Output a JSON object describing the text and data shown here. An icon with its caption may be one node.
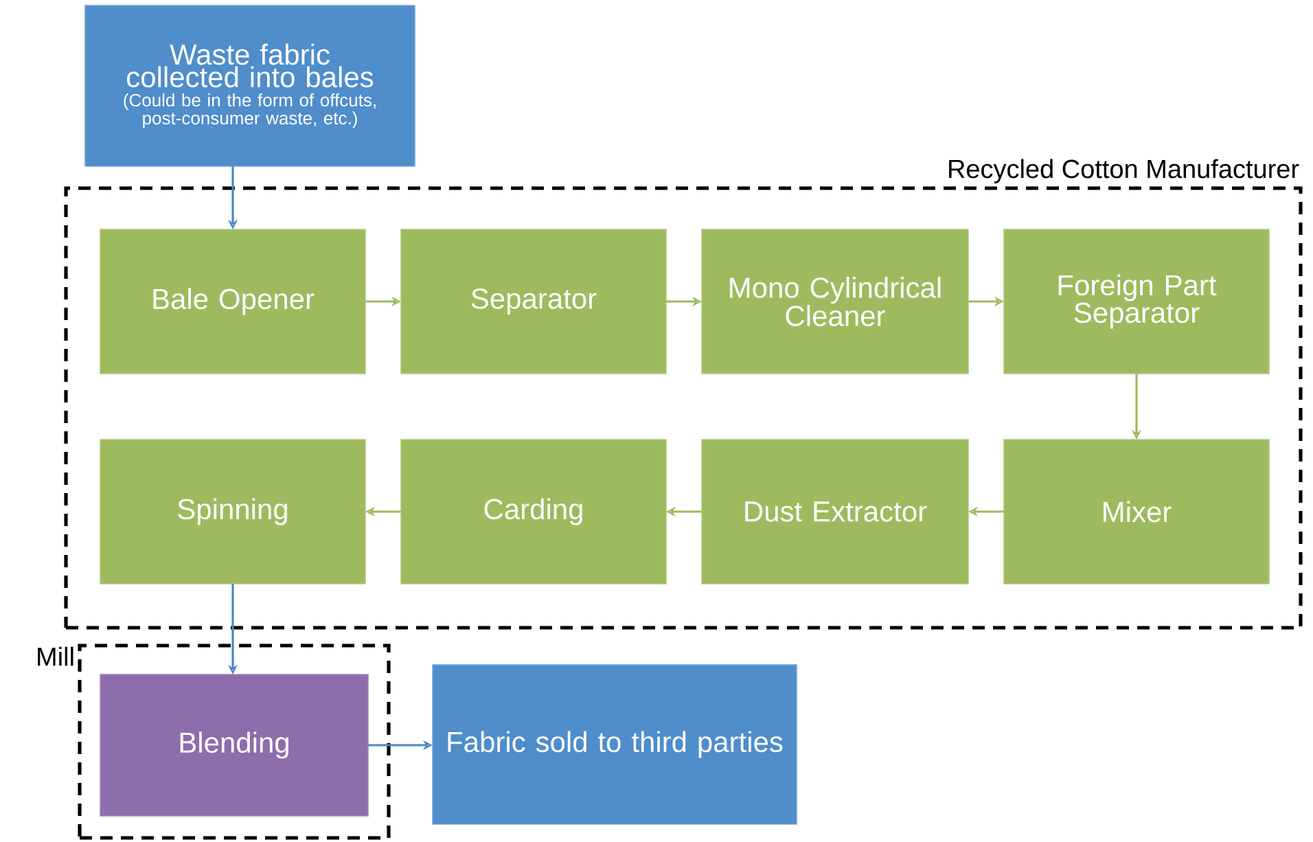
{
  "diagram": {
    "nodes": [
      {
        "text": [
          "Waste fabric collected into bales",
          "(Could be in the form of offcuts, post-consumer waste, etc.)"
        ]
      },
      {
        "text": [
          "Recycled Cotton Manufacturer"
        ]
      },
      {
        "text": [
          "Bale Opener"
        ],
        "in": 1
      },
      {
        "text": [
          "Separator"
        ],
        "in": 1
      },
      {
        "text": [
          "Mono Cylindrical Cleaner"
        ],
        "in": 1
      },
      {
        "text": [
          "Foreign Part Separator"
        ],
        "in": 1
      },
      {
        "text": [
          "Mixer"
        ],
        "in": 1
      },
      {
        "text": [
          "Dust Extractor"
        ],
        "in": 1
      },
      {
        "text": [
          "Carding"
        ],
        "in": 1
      },
      {
        "text": [
          "Spinning"
        ],
        "in": 1
      },
      {
        "text": [
          "Mill"
        ]
      },
      {
        "text": [
          "Blending"
        ],
        "in": 10
      },
      {
        "text": [
          "Fabric sold to third parties"
        ]
      }
    ],
    "edges": [
      {
        "from": 0,
        "to": 2,
        "arrow": "to",
        "color": "#4f86c6"
      },
      {
        "from": 2,
        "to": 3,
        "arrow": "to"
      },
      {
        "from": 3,
        "to": 4,
        "arrow": "to"
      },
      {
        "from": 4,
        "to": 5,
        "arrow": "to"
      },
      {
        "from": 5,
        "to": 6,
        "arrow": "to"
      },
      {
        "from": 6,
        "to": 7,
        "arrow": "to"
      },
      {
        "from": 7,
        "to": 8,
        "arrow": "to"
      },
      {
        "from": 8,
        "to": 9,
        "arrow": "to"
      },
      {
        "from": 9,
        "to": 11,
        "arrow": "to",
        "color": "#4f86c6"
      },
      {
        "from": 11,
        "to": 12,
        "arrow": "to",
        "color": "#4f86c6"
      }
    ]
  }
}
